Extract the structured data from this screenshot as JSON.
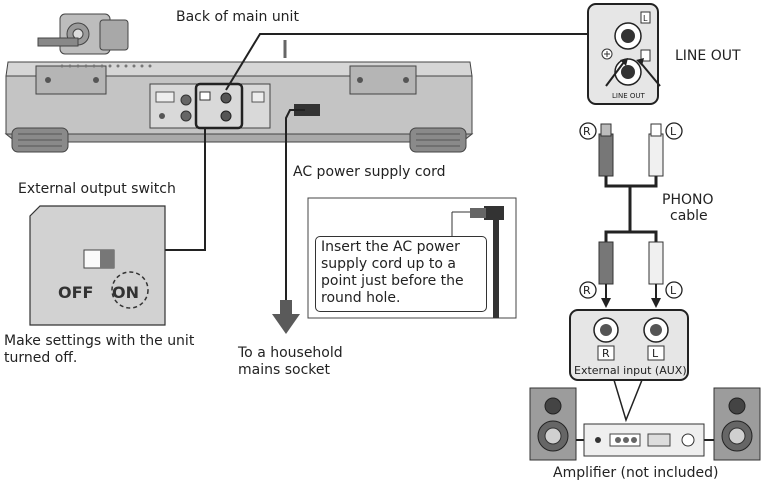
{
  "labels": {
    "back_of_main_unit": "Back of main unit",
    "line_out": "LINE OUT",
    "external_output_switch": "External output switch",
    "ac_power_supply_cord": "AC power supply cord",
    "callout_text": "Insert the AC power\nsupply cord up to a\npoint just before the\nround hole.",
    "phono_cable_line1": "PHONO",
    "phono_cable_line2": "cable",
    "switch_off": "OFF",
    "switch_on": "ON",
    "make_settings": "Make settings with the unit\nturned off.",
    "to_household": "To a household\nmains socket",
    "external_input": "External input (AUX)",
    "amplifier": "Amplifier (not included)",
    "r": "R",
    "l": "L",
    "jack_l": "L",
    "line_out_small": "LINE OUT"
  },
  "colors": {
    "line": "#222222",
    "turntable_body": "#c9c9c9",
    "dark_metal": "#555555",
    "arrow_gray": "#5a5a5a"
  }
}
